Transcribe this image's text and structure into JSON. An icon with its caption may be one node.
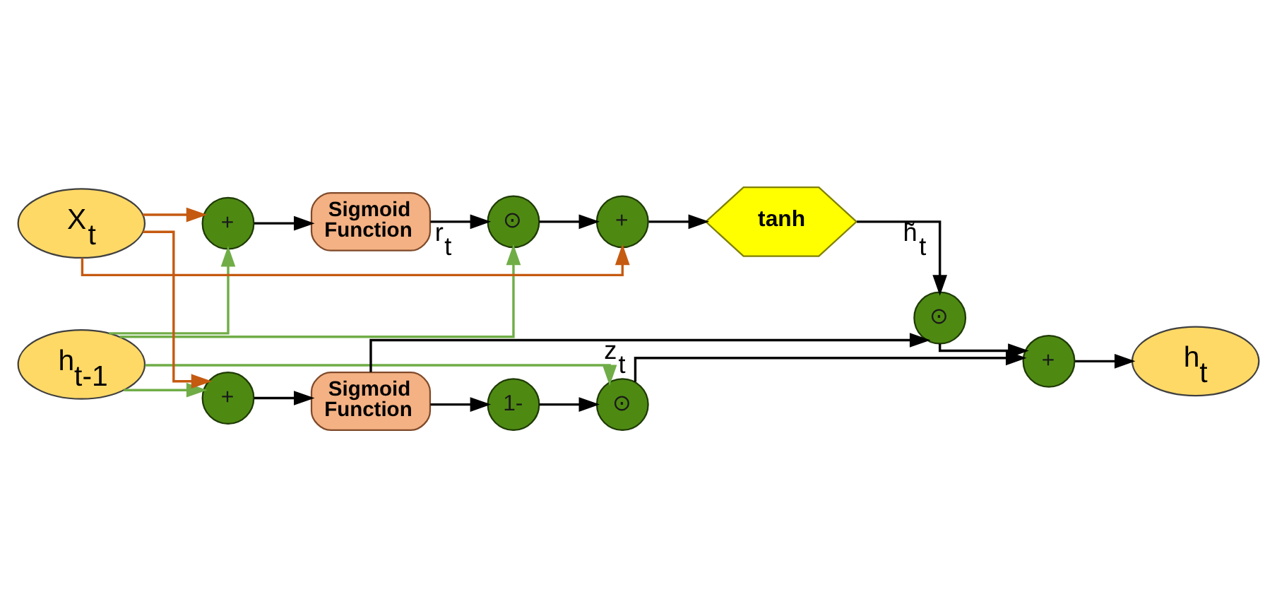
{
  "diagram": {
    "nodes": [
      {
        "text": [
          "h$_{t-1}$"
        ]
      },
      {
        "text": [
          "X$_{t}$"
        ]
      },
      {
        "text": [
          "⊙"
        ]
      },
      {
        "text": [
          "+"
        ]
      },
      {
        "text": [
          "tanh"
        ]
      },
      {
        "text": [
          "⊙"
        ]
      },
      {
        "text": [
          "Sigmoid Function"
        ]
      },
      {
        "text": [
          "+"
        ]
      },
      {
        "text": [
          "Sigmoid Function"
        ]
      },
      {
        "text": [
          "+"
        ]
      },
      {
        "text": [
          "1-"
        ]
      },
      {
        "text": [
          "⊙"
        ]
      },
      {
        "text": [
          "+"
        ]
      },
      {
        "text": [
          "h$_{t}$"
        ]
      }
    ],
    "edges": [
      {
        "from": 0,
        "to": 2,
        "arrow": "to",
        "color": "#70ad47"
      },
      {
        "from": 0,
        "to": 7,
        "arrow": "to",
        "color": "#70ad47"
      },
      {
        "from": 0,
        "to": 9,
        "arrow": "to",
        "color": "#70ad47"
      },
      {
        "from": 0,
        "to": 11,
        "arrow": "to",
        "color": "#70ad47"
      },
      {
        "from": 1,
        "to": 7,
        "arrow": "to",
        "color": "#c55a11"
      },
      {
        "from": 1,
        "to": 3,
        "arrow": "to",
        "color": "#c55a11"
      },
      {
        "from": 1,
        "to": 9,
        "arrow": "to",
        "color": "#c55a11"
      },
      {
        "from": 7,
        "to": 6,
        "arrow": "to"
      },
      {
        "from": 6,
        "to": 2,
        "arrow": "to",
        "label": "r$_{t}$"
      },
      {
        "from": 2,
        "to": 3,
        "arrow": "to"
      },
      {
        "from": 3,
        "to": 4,
        "arrow": "to"
      },
      {
        "from": 4,
        "to": 5,
        "arrow": "to",
        "label": "h̃$_{t}$"
      },
      {
        "from": 9,
        "to": 8,
        "arrow": "to"
      },
      {
        "from": 8,
        "to": 5,
        "arrow": "to",
        "label": "z$_{t}$"
      },
      {
        "from": 8,
        "to": 10,
        "arrow": "to"
      },
      {
        "from": 10,
        "to": 11,
        "arrow": "to"
      },
      {
        "from": 5,
        "to": 12,
        "arrow": "to"
      },
      {
        "from": 11,
        "to": 12,
        "arrow": "to"
      },
      {
        "from": 12,
        "to": 13,
        "arrow": "to"
      }
    ]
  }
}
